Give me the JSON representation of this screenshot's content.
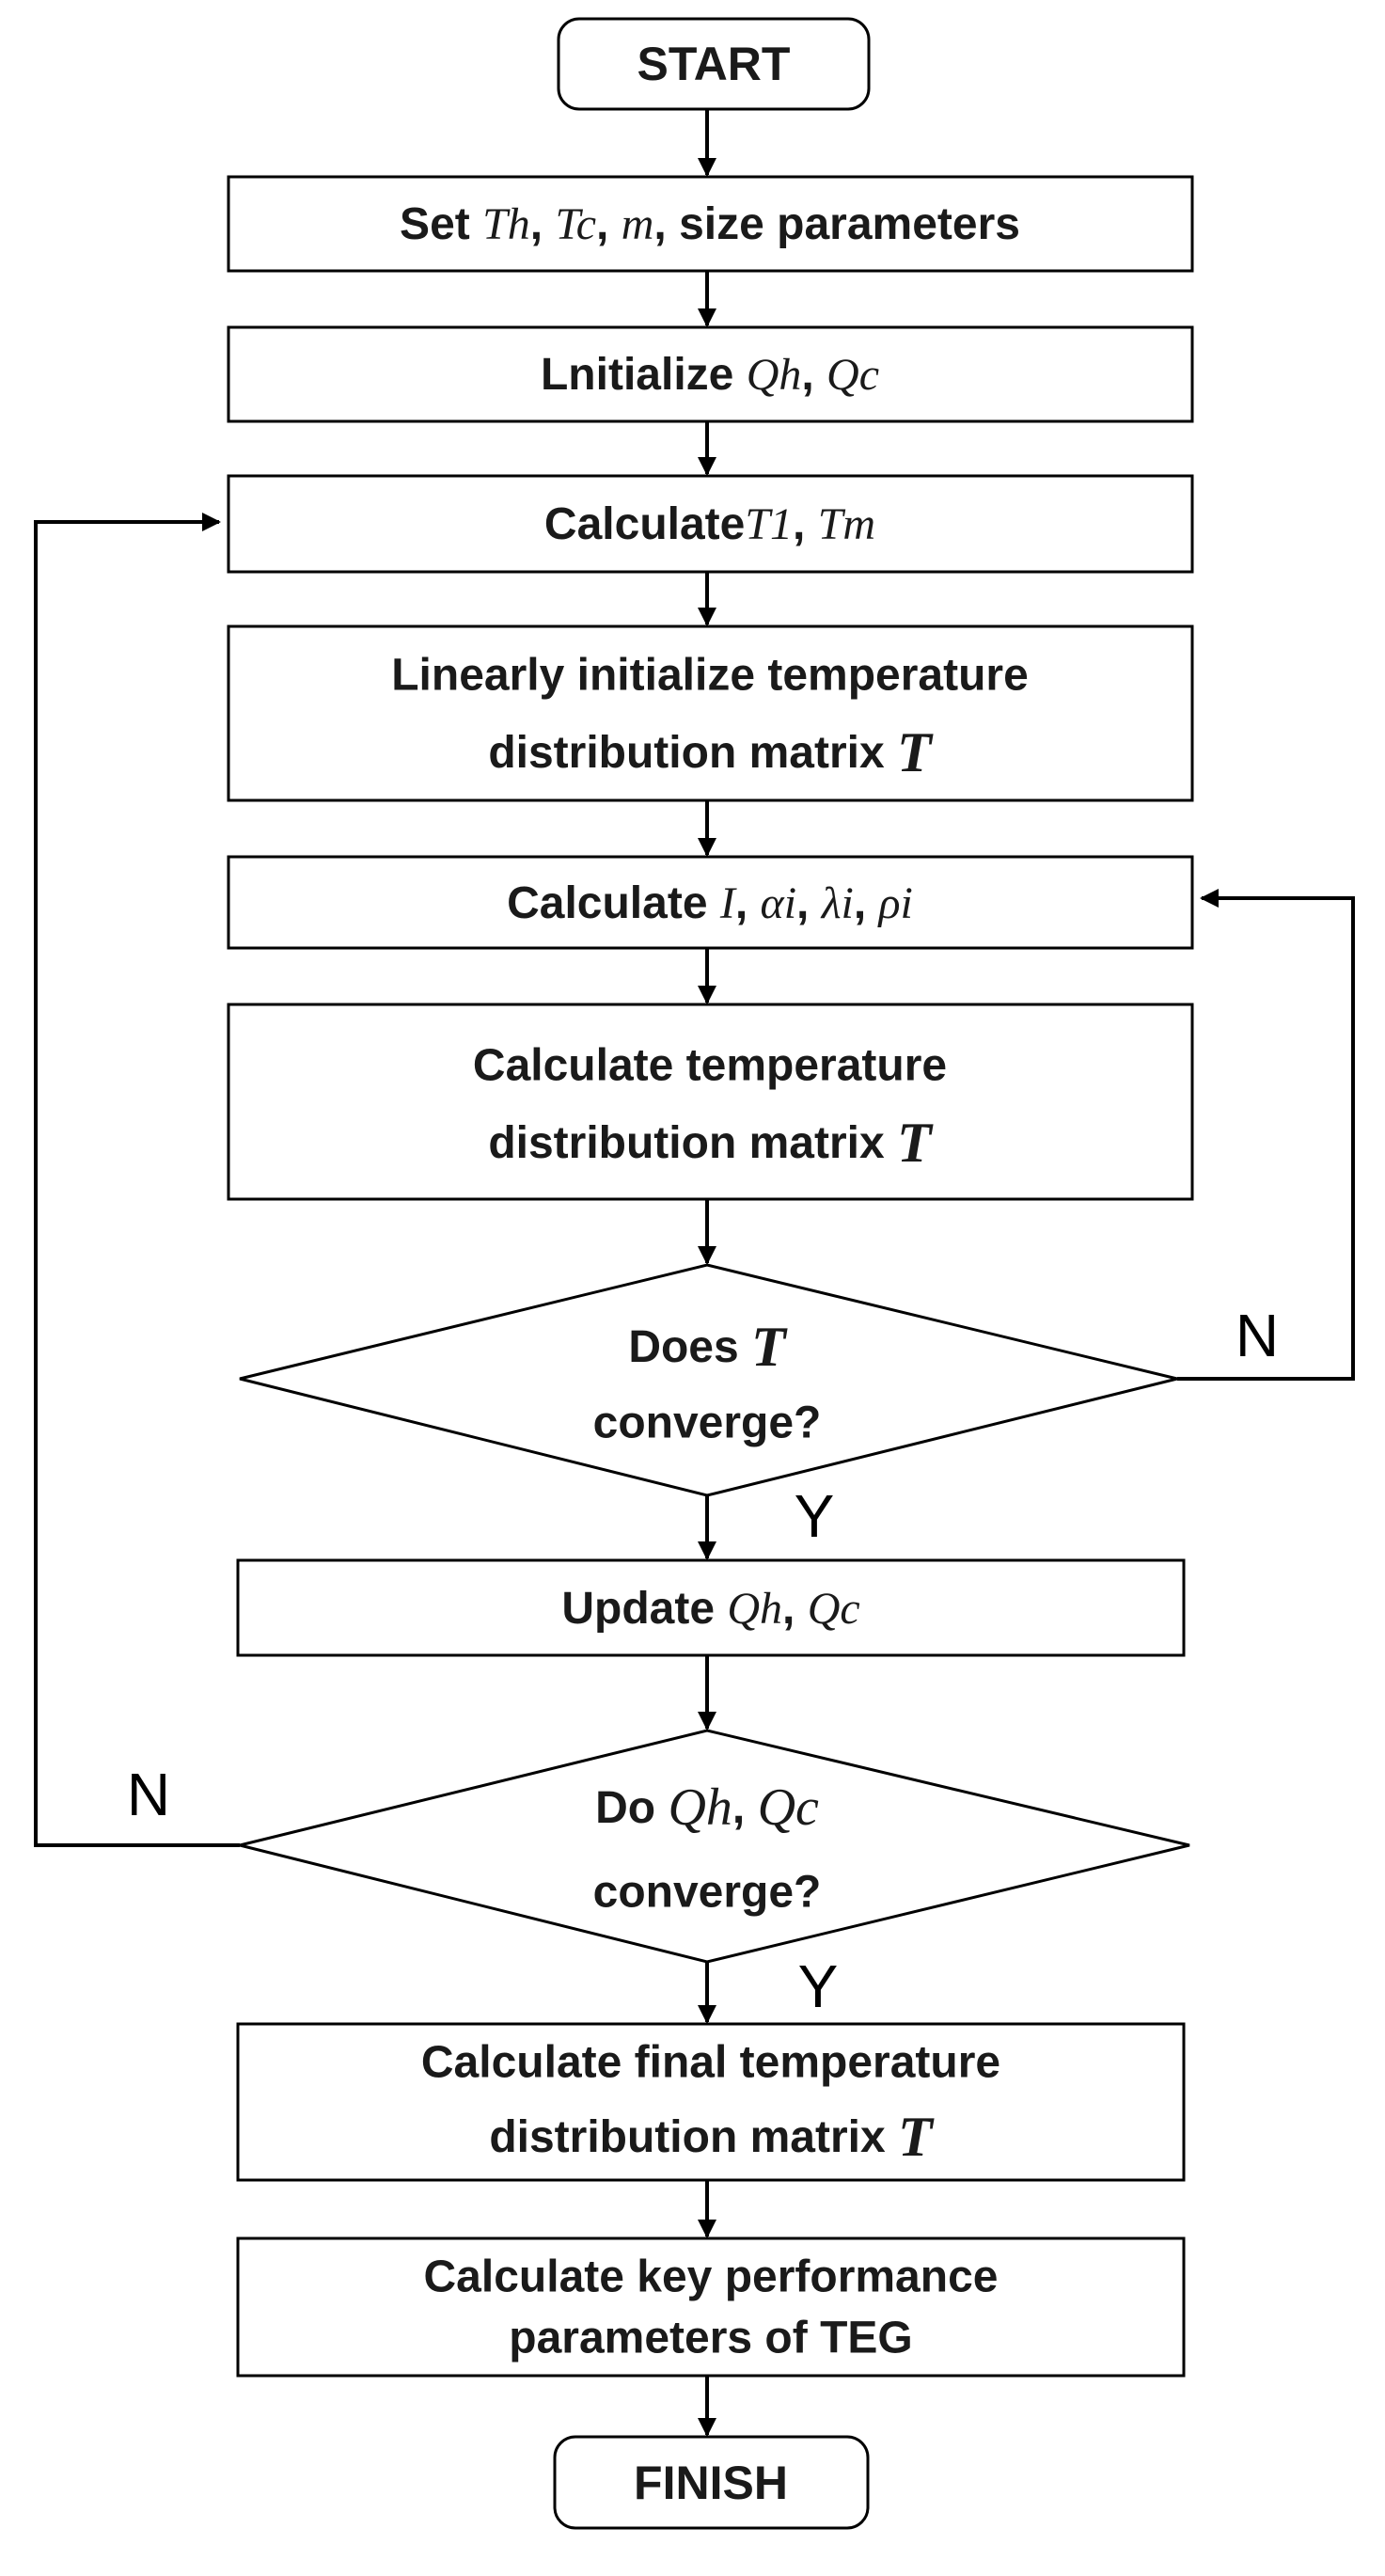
{
  "nodes": {
    "start": "START",
    "set_params": {
      "prefix": "Set ",
      "th": "Th",
      "sep1": ", ",
      "tc": "Tc",
      "sep2": ", ",
      "m": "m",
      "suffix": ", size parameters"
    },
    "init_q": {
      "prefix": "Lnitialize ",
      "qh": "Qh",
      "sep": ", ",
      "qc": "Qc"
    },
    "calc_t1": {
      "prefix": "Calculate",
      "t1": "T1",
      "sep": ", ",
      "tm": "Tm"
    },
    "lin_init": {
      "line1": "Linearly initialize temperature",
      "line2": "distribution matrix ",
      "T": "T"
    },
    "calc_i": {
      "prefix": "Calculate ",
      "I": "I",
      "sep1": ", ",
      "alpha": "αi",
      "sep2": ", ",
      "lambda": "λi",
      "sep3": ", ",
      "rho": "ρi"
    },
    "calc_temp": {
      "line1": "Calculate temperature",
      "line2": "distribution matrix ",
      "T": "T"
    },
    "dec_T": {
      "line1": "Does ",
      "T": "T",
      "line2": "converge?"
    },
    "update_q": {
      "prefix": "Update ",
      "qh": "Qh",
      "sep": ", ",
      "qc": "Qc"
    },
    "dec_Q": {
      "prefix": "Do ",
      "qh": "Qh",
      "sep": ", ",
      "qc": "Qc",
      "line2": "converge?"
    },
    "final_temp": {
      "line1": "Calculate final temperature",
      "line2": "distribution matrix ",
      "T": "T"
    },
    "key_perf": {
      "line1": "Calculate key performance",
      "line2": "parameters of TEG"
    },
    "finish": "FINISH"
  },
  "edge_labels": {
    "no": "N",
    "yes": "Y"
  }
}
